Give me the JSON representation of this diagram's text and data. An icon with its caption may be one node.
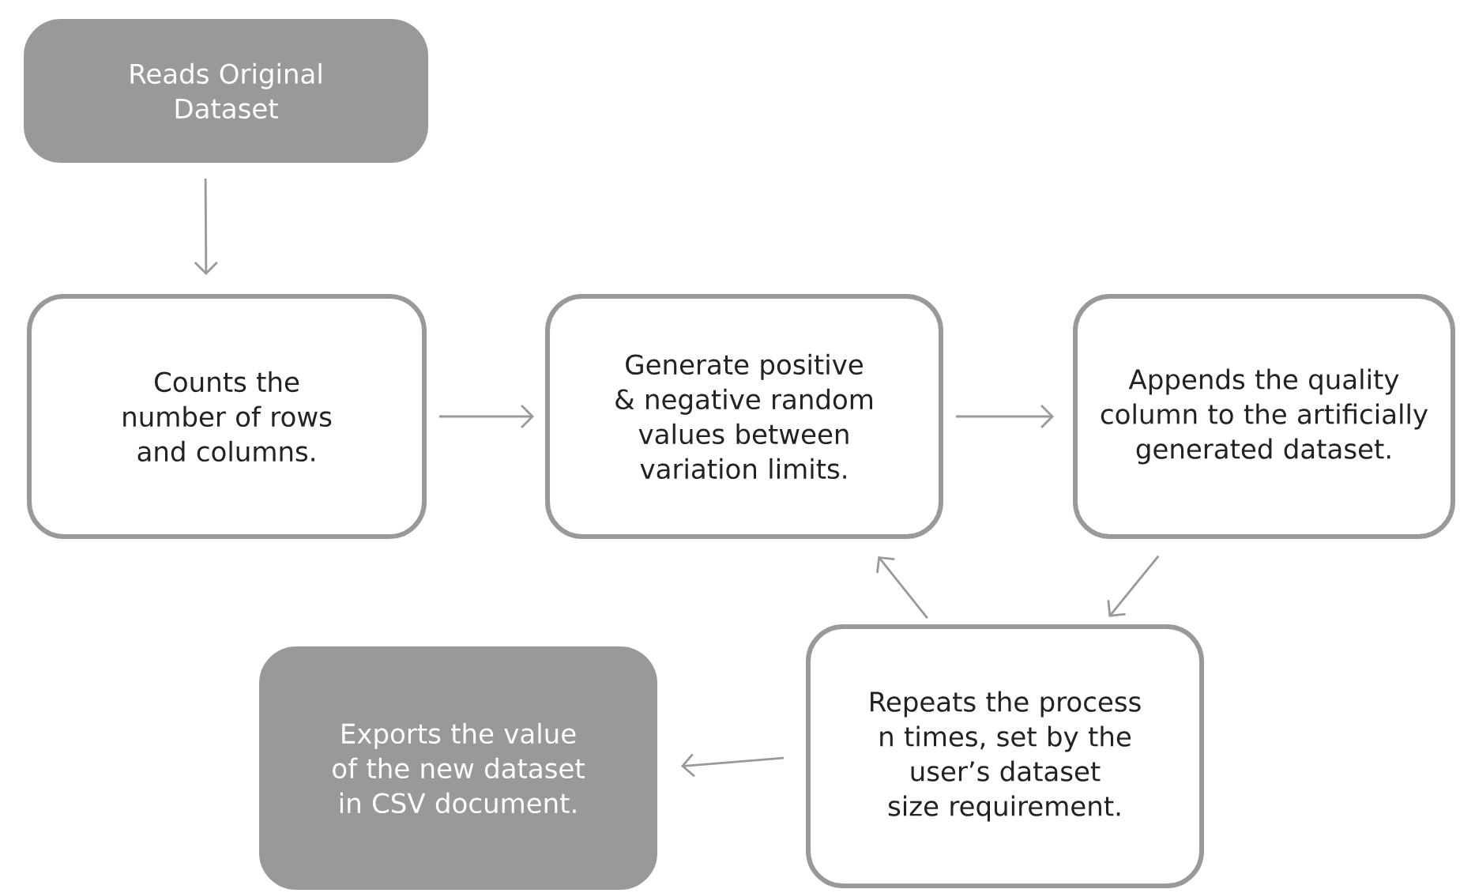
{
  "diagram": {
    "nodes": [
      {
        "text": [
          "Reads Original Dataset"
        ]
      },
      {
        "text": [
          "Counts the number of rows and columns."
        ]
      },
      {
        "text": [
          "Generate positive & negative random values between variation limits."
        ]
      },
      {
        "text": [
          "Appends the quality column to the artificially generated dataset."
        ]
      },
      {
        "text": [
          "Repeats the process n times, set by the user’s dataset size requirement."
        ]
      },
      {
        "text": [
          "Exports the value of the new dataset in CSV document."
        ]
      }
    ],
    "edges": [
      {
        "from": 0,
        "to": 1,
        "arrow": "to"
      },
      {
        "from": 1,
        "to": 2,
        "arrow": "to"
      },
      {
        "from": 2,
        "to": 3,
        "arrow": "to"
      },
      {
        "from": 3,
        "to": 4,
        "arrow": "to"
      },
      {
        "from": 4,
        "to": 2,
        "arrow": "to"
      },
      {
        "from": 4,
        "to": 5,
        "arrow": "to"
      }
    ]
  }
}
